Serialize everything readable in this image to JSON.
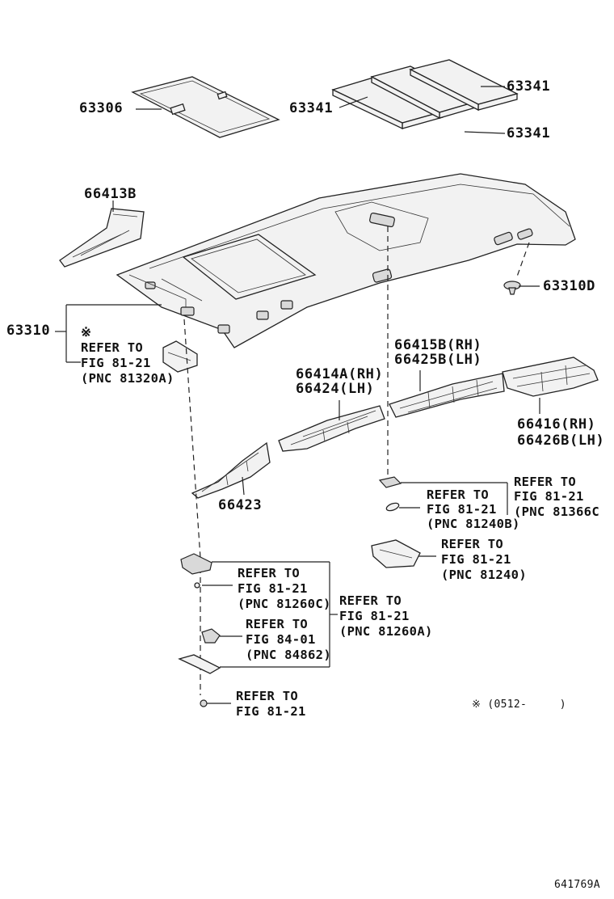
{
  "labels": {
    "p63306": "63306",
    "p63341_left": "63341",
    "p63341_right_top": "63341",
    "p63341_right_bottom": "63341",
    "p66413B": "66413B",
    "p63310D": "63310D",
    "p63310": "63310",
    "note_mark": "※",
    "refer_81320A": [
      "REFER TO",
      "FIG 81-21",
      "(PNC 81320A)"
    ],
    "p66415B_rh": "66415B(RH)",
    "p66425B_lh": "66425B(LH)",
    "p66414A_rh": "66414A(RH)",
    "p66424_lh": "66424(LH)",
    "p66416_rh": "66416(RH)",
    "p66426B_lh": "66426B(LH)",
    "p66423": "66423",
    "refer_81366C": [
      "REFER TO",
      "FIG 81-21",
      "(PNC 81366C"
    ],
    "refer_81240B": [
      "REFER TO",
      "FIG 81-21",
      "(PNC 81240B)"
    ],
    "refer_81240": [
      "REFER TO",
      "FIG 81-21",
      "(PNC 81240)"
    ],
    "refer_81260C": [
      "REFER TO",
      "FIG 81-21",
      "(PNC 81260C)"
    ],
    "refer_81260A": [
      "REFER TO",
      "FIG 81-21",
      "(PNC 81260A)"
    ],
    "refer_84862": [
      "REFER TO",
      "FIG 84-01",
      "(PNC 84862)"
    ],
    "refer_bottom": [
      "REFER TO",
      "FIG 81-21"
    ],
    "date_note": "※ (0512-     )",
    "figure_id": "641769A"
  }
}
